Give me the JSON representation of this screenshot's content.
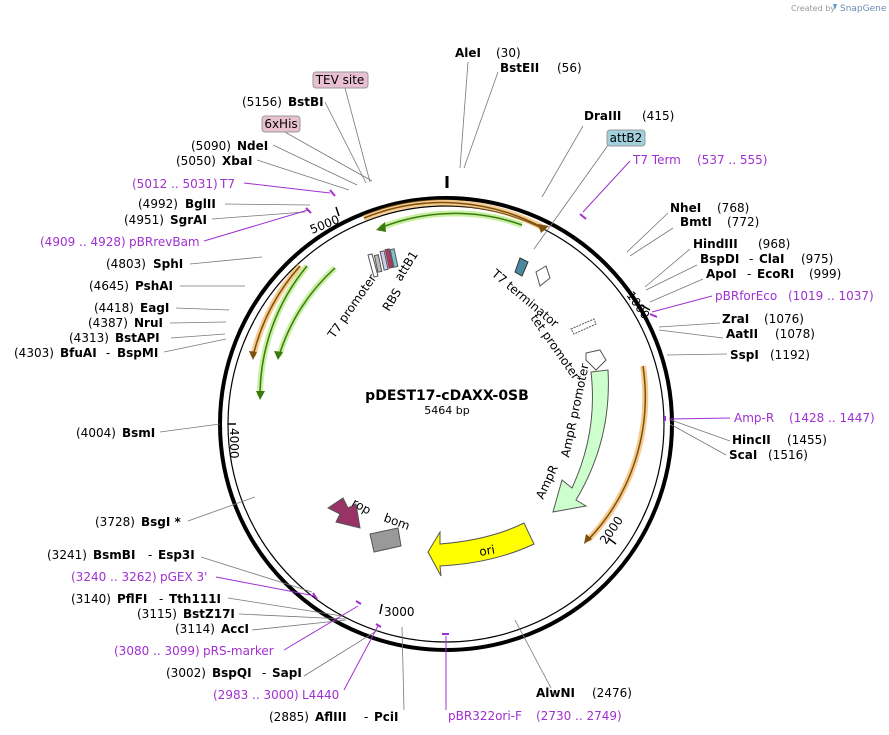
{
  "credit": {
    "prefix": "Created by",
    "brand": "SnapGene"
  },
  "plasmid": {
    "name": "pDEST17-cDAXX-0SB",
    "size_label": "5464 bp"
  },
  "ticks": [
    "1000",
    "2000",
    "3000",
    "4000",
    "5000"
  ],
  "features_inner": {
    "t7_promoter": "T7 promoter",
    "rbs": "RBS",
    "attb1": "attB1",
    "t7_terminator": "T7 terminator",
    "tet_promoter": "tet promoter",
    "ampr_promoter": "AmpR promoter",
    "ampr": "AmpR",
    "ori": "ori",
    "rop": "rop",
    "bom": "bom"
  },
  "boxes": {
    "tev": "TEV site",
    "his": "6xHis",
    "attb2": "attB2"
  },
  "sites_left": [
    {
      "pos": "(5156)",
      "name": "BstBI"
    },
    {
      "pos": "(5090)",
      "name": "NdeI"
    },
    {
      "pos": "(5050)",
      "name": "XbaI"
    },
    {
      "pos": "(4992)",
      "name": "BglII"
    },
    {
      "pos": "(4951)",
      "name": "SgrAI"
    },
    {
      "pos": "(4803)",
      "name": "SphI"
    },
    {
      "pos": "(4645)",
      "name": "PshAI"
    },
    {
      "pos": "(4418)",
      "name": "EagI"
    },
    {
      "pos": "(4387)",
      "name": "NruI"
    },
    {
      "pos": "(4313)",
      "name": "BstAPI"
    },
    {
      "pos": "(4303)",
      "name": "BfuAI",
      "name2": "BspMI"
    },
    {
      "pos": "(4004)",
      "name": "BsmI"
    },
    {
      "pos": "(3728)",
      "name": "BsgI *"
    },
    {
      "pos": "(3241)",
      "name": "BsmBI",
      "name2": "Esp3I"
    },
    {
      "pos": "(3140)",
      "name": "PflFI",
      "name2": "Tth111I"
    },
    {
      "pos": "(3115)",
      "name": "BstZ17I"
    },
    {
      "pos": "(3114)",
      "name": "AccI"
    },
    {
      "pos": "(3002)",
      "name": "BspQI",
      "name2": "SapI"
    },
    {
      "pos": "(2885)",
      "name": "AflIII",
      "name2": "PciI"
    }
  ],
  "primers_left": [
    {
      "range": "(5012 .. 5031)",
      "name": "T7"
    },
    {
      "range": "(4909 .. 4928)",
      "name": "pBRrevBam"
    },
    {
      "range": "(3240 .. 3262)",
      "name": "pGEX 3'"
    },
    {
      "range": "(3080 .. 3099)",
      "name": "pRS-marker"
    },
    {
      "range": "(2983 .. 3000)",
      "name": "L4440"
    }
  ],
  "sites_right": [
    {
      "name": "AleI",
      "pos": "(30)"
    },
    {
      "name": "BstEII",
      "pos": "(56)"
    },
    {
      "name": "DraIII",
      "pos": "(415)"
    },
    {
      "name": "NheI",
      "pos": "(768)"
    },
    {
      "name": "BmtI",
      "pos": "(772)"
    },
    {
      "name": "HindIII",
      "pos": "(968)"
    },
    {
      "name": "BspDI",
      "name2": "ClaI",
      "pos": "(975)"
    },
    {
      "name": "ApoI",
      "name2": "EcoRI",
      "pos": "(999)"
    },
    {
      "name": "ZraI",
      "pos": "(1076)"
    },
    {
      "name": "AatII",
      "pos": "(1078)"
    },
    {
      "name": "SspI",
      "pos": "(1192)"
    },
    {
      "name": "HincII",
      "pos": "(1455)"
    },
    {
      "name": "ScaI",
      "pos": "(1516)"
    },
    {
      "name": "AlwNI",
      "pos": "(2476)"
    }
  ],
  "primers_right": [
    {
      "name": "T7 Term",
      "range": "(537 .. 555)"
    },
    {
      "name": "pBRforEco",
      "range": "(1019 .. 1037)"
    },
    {
      "name": "Amp-R",
      "range": "(1428 .. 1447)"
    },
    {
      "name": "pBR322ori-F",
      "range": "(2730 .. 2749)"
    }
  ],
  "colors": {
    "purple": "#a030d0",
    "green_arrow": "#5aa020",
    "orange_outline": "#f0a030",
    "ampr_fill": "#ccffcc",
    "ori_fill": "#ffff00",
    "rop_fill": "#993366",
    "bom_fill": "#999999",
    "tev_box": "#e8c0d0",
    "attb2_box": "#a0d0dc"
  }
}
